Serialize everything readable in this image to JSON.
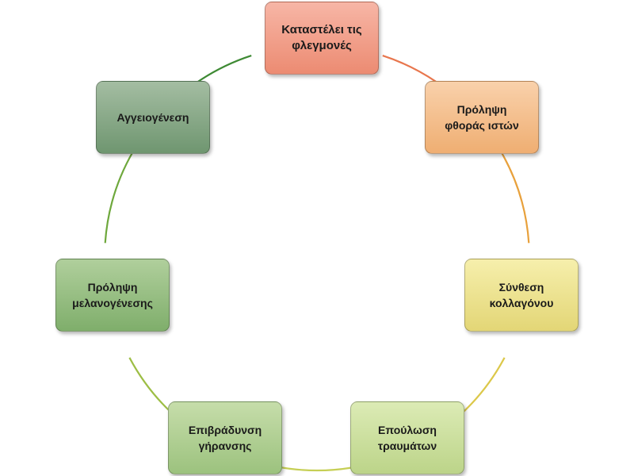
{
  "diagram": {
    "type": "cycle",
    "nodes": [
      {
        "label": "Καταστέλει τις\nφλεγμονές",
        "fill_top": "#f7b6a6",
        "fill_bottom": "#ec8b72"
      },
      {
        "label": "Πρόληψη\nφθοράς ιστών",
        "fill_top": "#f9d1ab",
        "fill_bottom": "#efae72"
      },
      {
        "label": "Σύνθεση\nκολλαγόνου",
        "fill_top": "#f6efac",
        "fill_bottom": "#e3d676"
      },
      {
        "label": "Επούλωση\nτραυμάτων",
        "fill_top": "#dcebb5",
        "fill_bottom": "#bcd489"
      },
      {
        "label": "Επιβράδυνση\nγήρανσης",
        "fill_top": "#c6ddaa",
        "fill_bottom": "#9cc27e"
      },
      {
        "label": "Πρόληψη\nμελανογένεσης",
        "fill_top": "#b0cf9c",
        "fill_bottom": "#7fae6b"
      },
      {
        "label": "Αγγειογένεση",
        "fill_top": "#a4bda2",
        "fill_bottom": "#6f9670"
      }
    ],
    "connector_colors": [
      "#e8764d",
      "#e8a13c",
      "#dcc84a",
      "#c6cf55",
      "#9dbe45",
      "#6ea83c",
      "#3e8a34"
    ]
  }
}
